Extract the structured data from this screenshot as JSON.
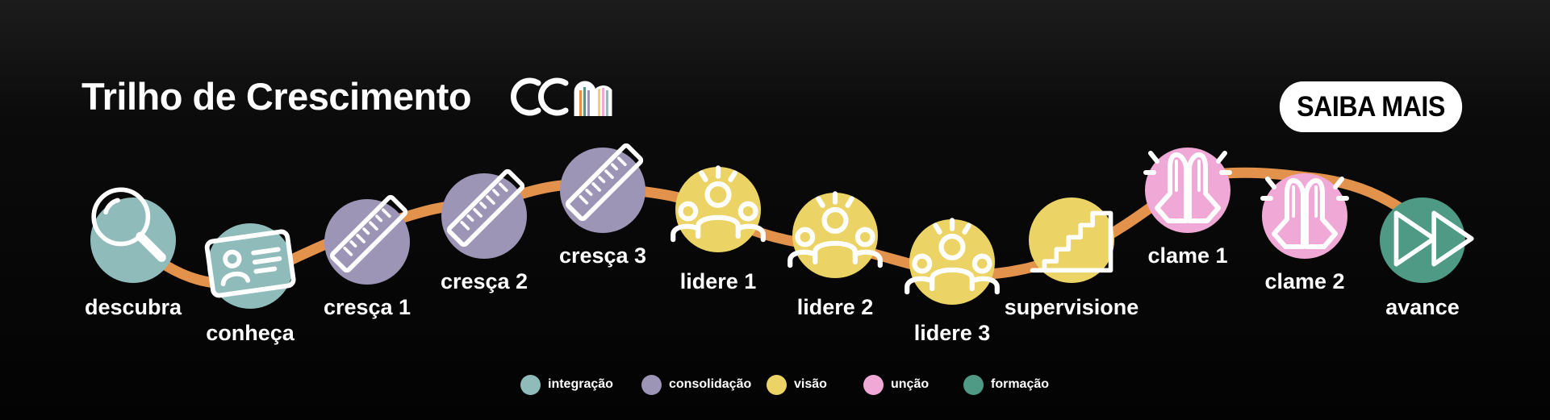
{
  "header": {
    "title": "Trilho de Crescimento",
    "logo_text": "CCM",
    "cta_label": "SAIBA MAIS"
  },
  "colors": {
    "integracao": "#8fbcbb",
    "consolidacao": "#9c95b6",
    "visao": "#ecd366",
    "uncao": "#f0a8d6",
    "formacao": "#4f9a84",
    "path": "#e3924b",
    "background": "#050505"
  },
  "steps": [
    {
      "label": "descubra",
      "category": "integracao",
      "icon": "magnifier-icon"
    },
    {
      "label": "conheça",
      "category": "integracao",
      "icon": "id-card-icon"
    },
    {
      "label": "cresça 1",
      "category": "consolidacao",
      "icon": "ruler-icon"
    },
    {
      "label": "cresça 2",
      "category": "consolidacao",
      "icon": "ruler-icon"
    },
    {
      "label": "cresça 3",
      "category": "consolidacao",
      "icon": "ruler-icon"
    },
    {
      "label": "lidere 1",
      "category": "visao",
      "icon": "leader-group-icon"
    },
    {
      "label": "lidere 2",
      "category": "visao",
      "icon": "leader-group-icon"
    },
    {
      "label": "lidere 3",
      "category": "visao",
      "icon": "leader-group-icon"
    },
    {
      "label": "supervisione",
      "category": "visao",
      "icon": "stairs-icon"
    },
    {
      "label": "clame 1",
      "category": "uncao",
      "icon": "praying-hands-icon"
    },
    {
      "label": "clame 2",
      "category": "uncao",
      "icon": "praying-hands-icon"
    },
    {
      "label": "avance",
      "category": "formacao",
      "icon": "fast-forward-icon"
    }
  ],
  "legend": [
    {
      "label": "integração",
      "category": "integracao"
    },
    {
      "label": "consolidação",
      "category": "consolidacao"
    },
    {
      "label": "visão",
      "category": "visao"
    },
    {
      "label": "unção",
      "category": "uncao"
    },
    {
      "label": "formação",
      "category": "formacao"
    }
  ]
}
